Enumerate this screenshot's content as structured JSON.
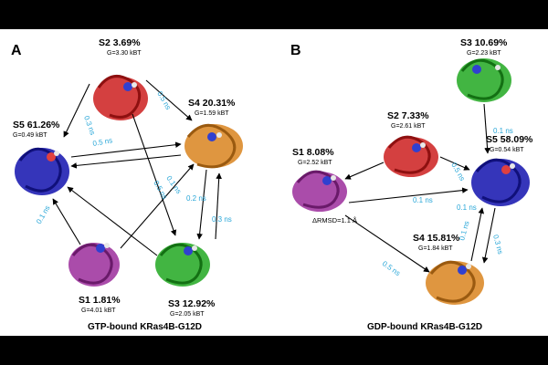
{
  "figure": {
    "bg_color": "#000000",
    "panel_bg": "#ffffff",
    "rate_color": "#2aa7d8"
  },
  "panels": [
    {
      "letter": "A",
      "caption": "GTP-bound KRas4B-G12D",
      "states": [
        {
          "id": "S2",
          "name": "S2 3.69%",
          "energy": "G=3.30 kBT",
          "color": "#cc1f1f"
        },
        {
          "id": "S4",
          "name": "S4 20.31%",
          "energy": "G=1.59 kBT",
          "color": "#d9841f"
        },
        {
          "id": "S5",
          "name": "S5 61.26%",
          "energy": "G=0.49 kBT",
          "color": "#1f1fb3"
        },
        {
          "id": "S1",
          "name": "S1 1.81%",
          "energy": "G=4.01 kBT",
          "color": "#9b2d9b"
        },
        {
          "id": "S3",
          "name": "S3 12.92%",
          "energy": "G=2.05 kBT",
          "color": "#21a821"
        }
      ],
      "rates": [
        "0.3 ns",
        "0.5 ns",
        "0.5 ns",
        "0.2 ns",
        "0.3 ns",
        "0.5 ns",
        "0.1 ns",
        "0.1 ns"
      ]
    },
    {
      "letter": "B",
      "caption": "GDP-bound KRas4B-G12D",
      "states": [
        {
          "id": "S3",
          "name": "S3 10.69%",
          "energy": "G=2.23 kBT",
          "color": "#21a821"
        },
        {
          "id": "S2",
          "name": "S2 7.33%",
          "energy": "G=2.61 kBT",
          "color": "#cc1f1f"
        },
        {
          "id": "S1",
          "name": "S1 8.08%",
          "energy": "G=2.52 kBT",
          "color": "#9b2d9b"
        },
        {
          "id": "S5",
          "name": "S5 58.09%",
          "energy": "G=0.54 kBT",
          "color": "#1f1fb3"
        },
        {
          "id": "S4",
          "name": "S4 15.81%",
          "energy": "G=1.84 kBT",
          "color": "#d9841f"
        }
      ],
      "rmsd": "ΔRMSD=1.1 Å",
      "rates": [
        "0.1 ns",
        "0.5 ns",
        "0.1 ns",
        "0.1 ns",
        "0.5 ns",
        "0.1 ns",
        "0.3 ns"
      ]
    }
  ]
}
